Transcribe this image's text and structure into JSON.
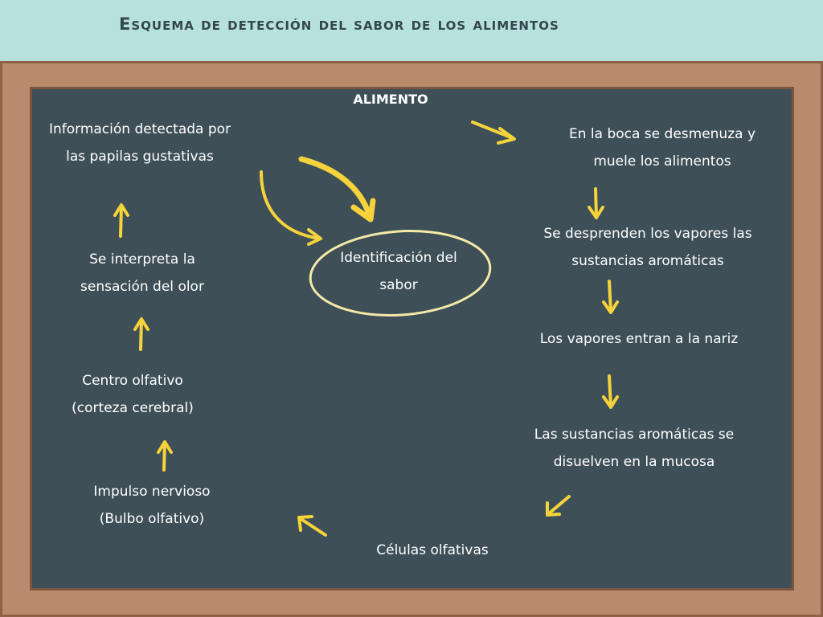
{
  "title": "Esquema de detección del sabor de los alimentos",
  "colors": {
    "chalk": "#ffffff",
    "arrow": "#f5d33a",
    "board": "#3e4f58",
    "frame": "#b98a6c",
    "banner": "#b7e1dc"
  },
  "nodes": {
    "alimento": "ALIMENTO",
    "boca": [
      "En la boca se desmenuza y",
      "muele los alimentos"
    ],
    "vapores": [
      "Se desprenden los vapores las",
      "sustancias aromáticas"
    ],
    "nariz": "Los vapores entran a la nariz",
    "mucosa": [
      "Las sustancias aromáticas se",
      "disuelven en la mucosa"
    ],
    "celulas": "Células olfativas",
    "impulso": [
      "Impulso nervioso",
      "(Bulbo olfativo)"
    ],
    "centro": [
      "Centro olfativo",
      "(corteza cerebral)"
    ],
    "interpreta": [
      "Se interpreta la",
      "sensación del olor"
    ],
    "papilas": [
      "Información detectada por",
      "las papilas gustativas"
    ],
    "identificacion": [
      "Identificación del",
      "sabor"
    ]
  }
}
